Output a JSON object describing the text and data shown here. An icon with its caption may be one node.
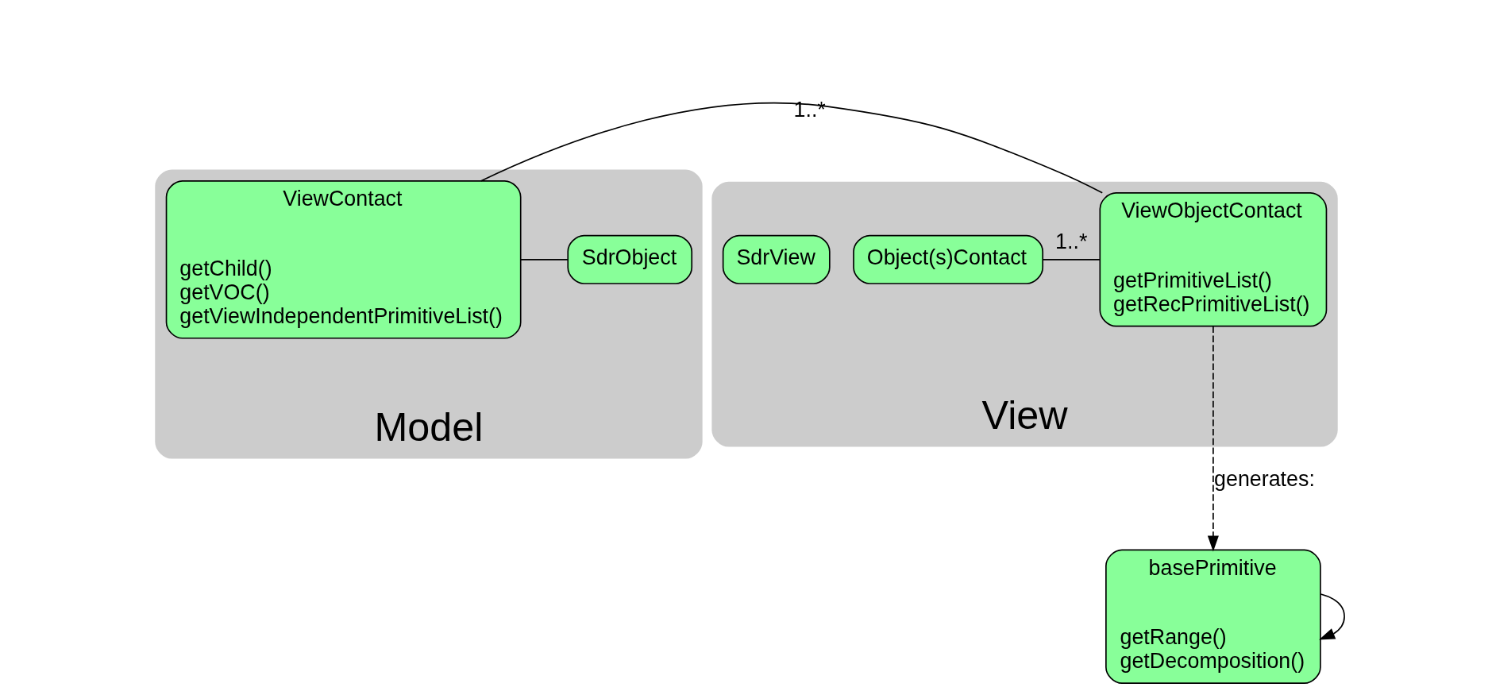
{
  "diagram": {
    "nodes": [
      {
        "text": [
          "Model"
        ]
      },
      {
        "text": [
          "SdrObject"
        ],
        "in": 0
      },
      {
        "text": [
          "ViewContact",
          "getChild() getVOC() getViewIndependentPrimitiveList()"
        ],
        "in": 0
      },
      {
        "text": [
          "View"
        ]
      },
      {
        "text": [
          "ViewObjectContact",
          "getPrimitiveList() getRecPrimitiveList()"
        ],
        "in": 3
      },
      {
        "text": [
          "Object(s)Contact"
        ],
        "in": 3
      },
      {
        "text": [
          "SdrView"
        ],
        "in": 3
      },
      {
        "text": [
          "basePrimitive",
          "getRange() getDecomposition()"
        ]
      }
    ],
    "edges": [
      {
        "from": 1,
        "to": 2,
        "arrow": "none"
      },
      {
        "from": 2,
        "to": 4,
        "arrow": "none",
        "label": "1..*"
      },
      {
        "from": 4,
        "to": 5,
        "arrow": "none",
        "label": "1..*"
      },
      {
        "from": 4,
        "to": 7,
        "arrow": "to",
        "style": "dashed",
        "label": "generates:"
      },
      {
        "from": 7,
        "to": 7,
        "arrow": "to"
      }
    ]
  }
}
